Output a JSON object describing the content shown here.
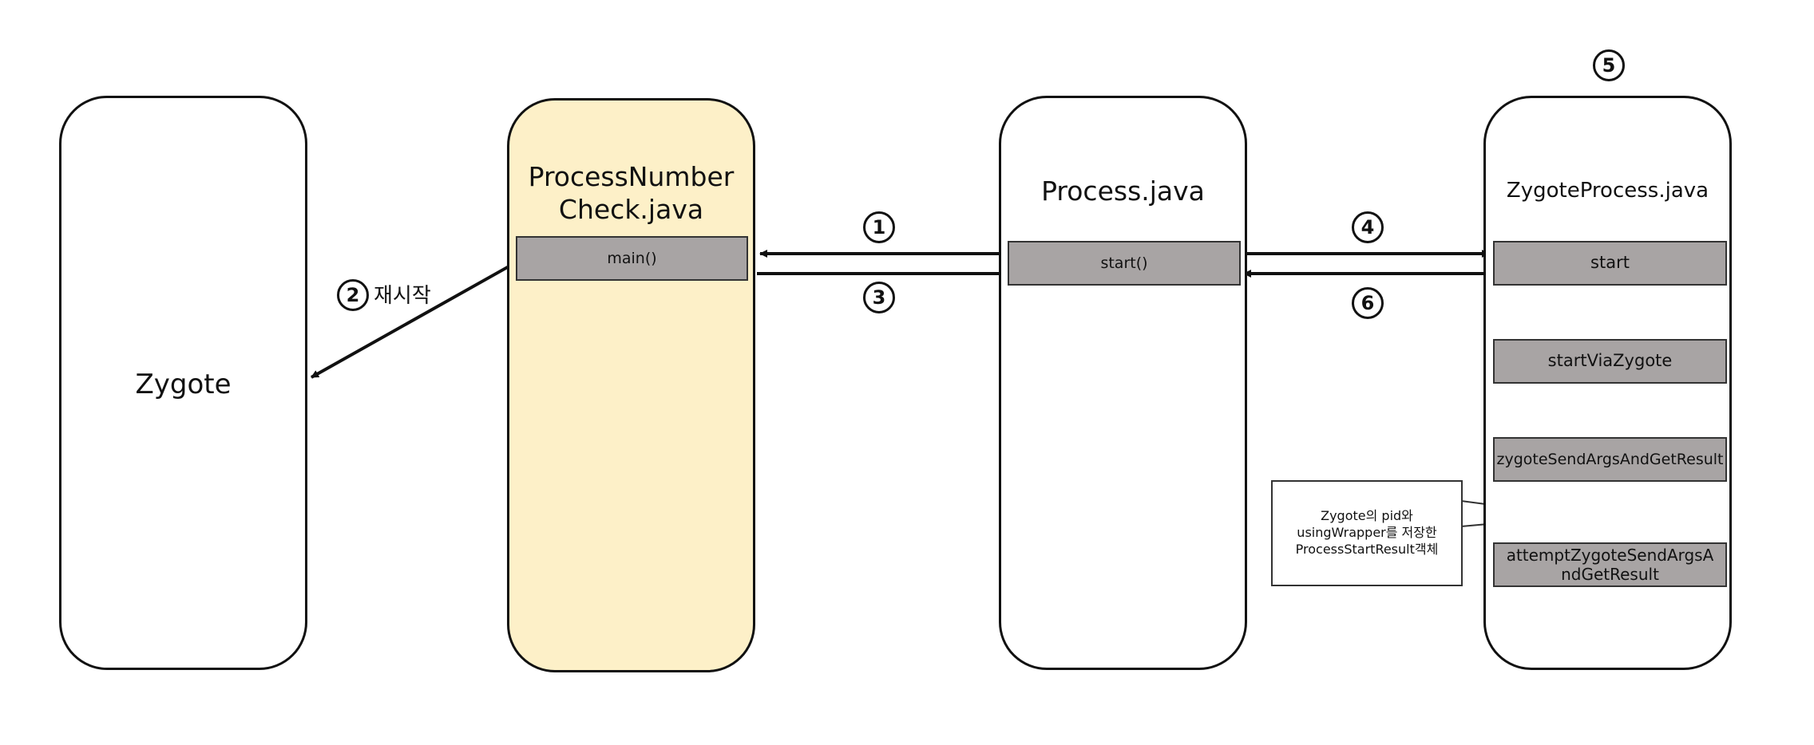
{
  "lanes": {
    "zygote": {
      "title": "Zygote"
    },
    "checker": {
      "title_line1": "ProcessNumber",
      "title_line2": "Check.java"
    },
    "process": {
      "title": "Process.java"
    },
    "zygote_process": {
      "title": "ZygoteProcess.java"
    }
  },
  "methods": {
    "main": "main()",
    "process_start": "start()",
    "zp_start": "start",
    "start_via_zygote": "startViaZygote",
    "send_args": "zygoteSendArgsAndGetResult",
    "attempt_line1": "attemptZygoteSendArgsA",
    "attempt_line2": "ndGetResult"
  },
  "steps": {
    "s1": "1",
    "s2": "2",
    "s3": "3",
    "s4": "4",
    "s5": "5",
    "s6": "6"
  },
  "restart_label": "재시작",
  "note": {
    "line1": "Zygote의 pid와",
    "line2": "usingWrapper를 저장한",
    "line3": "ProcessStartResult객체"
  },
  "colors": {
    "highlight_lane": "#fdf0c8",
    "method_box": "#a8a4a4"
  }
}
